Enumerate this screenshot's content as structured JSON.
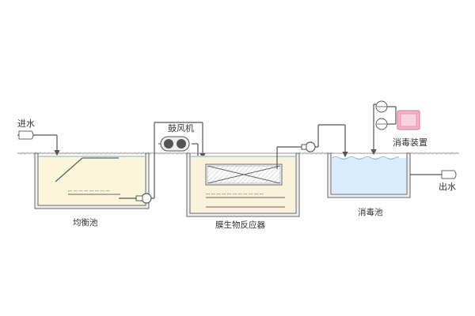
{
  "labels": {
    "inlet": "进水",
    "blower": "鼓风机",
    "equalization_tank": "均衡池",
    "mbr": "膜生物反应器",
    "disinfection_tank": "消毒池",
    "disinfection_device": "消毒装置",
    "outlet": "出水"
  },
  "colors": {
    "equalization_water": "#fbf6da",
    "mbr_water": "#fbf2dc",
    "disinfection_water": "#d8ecfb",
    "disinfection_device": "#f4b3c8",
    "ground": "#dadada",
    "pipe": "#555555"
  },
  "icons": [
    "inlet-pipe-icon",
    "outlet-pipe-icon",
    "blower-icon",
    "pump-icon",
    "gauge-icon",
    "membrane-module-icon",
    "aerator-icon"
  ]
}
